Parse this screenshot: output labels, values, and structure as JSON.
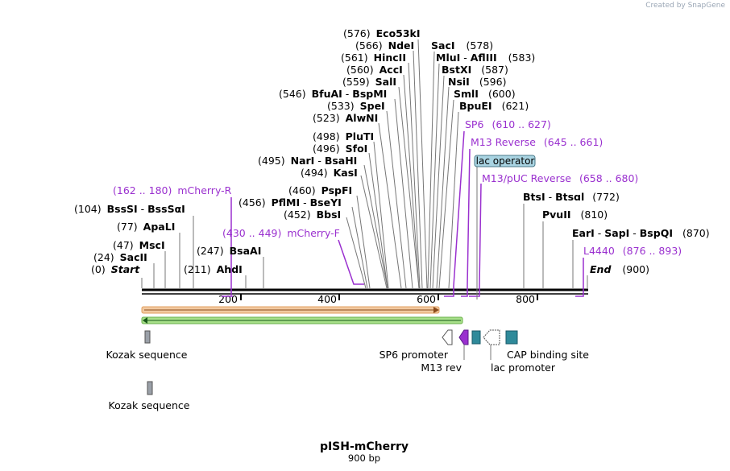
{
  "watermark": "Created by SnapGene",
  "map": {
    "title": "pISH-mCherry",
    "length_label": "900 bp",
    "total_bp": 900
  },
  "ruler": {
    "ticks": [
      {
        "pos": 200,
        "label": "200"
      },
      {
        "pos": 400,
        "label": "400"
      },
      {
        "pos": 600,
        "label": "600"
      },
      {
        "pos": 800,
        "label": "800"
      }
    ]
  },
  "sites": [
    {
      "name": "Start",
      "num": "(0)",
      "pos": 0
    },
    {
      "name": "SacII",
      "num": "(24)",
      "pos": 24
    },
    {
      "name": "MscI",
      "num": "(47)",
      "pos": 47
    },
    {
      "name": "ApaLI",
      "num": "(77)",
      "pos": 77
    },
    {
      "name": "BssSI",
      "name2": "BssSαI",
      "num": "(104)",
      "pos": 104
    },
    {
      "name": "AhdI",
      "num": "(211)",
      "pos": 211
    },
    {
      "name": "BsaAI",
      "num": "(247)",
      "pos": 247
    },
    {
      "name": "BbsI",
      "num": "(452)",
      "pos": 452
    },
    {
      "name": "PflMI",
      "name2": "BseYI",
      "num": "(456)",
      "pos": 456
    },
    {
      "name": "PspFI",
      "num": "(460)",
      "pos": 460
    },
    {
      "name": "KasI",
      "num": "(494)",
      "pos": 494
    },
    {
      "name": "NarI",
      "name2": "BsaHI",
      "num": "(495)",
      "pos": 495
    },
    {
      "name": "SfoI",
      "num": "(496)",
      "pos": 496
    },
    {
      "name": "PluTI",
      "num": "(498)",
      "pos": 498
    },
    {
      "name": "AlwNI",
      "num": "(523)",
      "pos": 523
    },
    {
      "name": "SpeI",
      "num": "(533)",
      "pos": 533
    },
    {
      "name": "BfuAI",
      "name2": "BspMI",
      "num": "(546)",
      "pos": 546
    },
    {
      "name": "SalI",
      "num": "(559)",
      "pos": 559
    },
    {
      "name": "AccI",
      "num": "(560)",
      "pos": 560
    },
    {
      "name": "HincII",
      "num": "(561)",
      "pos": 561
    },
    {
      "name": "NdeI",
      "num": "(566)",
      "pos": 566
    },
    {
      "name": "Eco53kI",
      "num": "(576)",
      "pos": 576
    },
    {
      "name": "SacI",
      "num": "(578)",
      "pos": 578
    },
    {
      "name": "MluI",
      "name2": "AflIII",
      "num": "(583)",
      "pos": 583
    },
    {
      "name": "BstXI",
      "num": "(587)",
      "pos": 587
    },
    {
      "name": "NsiI",
      "num": "(596)",
      "pos": 596
    },
    {
      "name": "SmlI",
      "num": "(600)",
      "pos": 600
    },
    {
      "name": "BpuEI",
      "num": "(621)",
      "pos": 621
    },
    {
      "name": "BtsI",
      "name2": "Btsɑl",
      "num": "(772)",
      "pos": 772
    },
    {
      "name": "PvuII",
      "num": "(810)",
      "pos": 810
    },
    {
      "name": "EarI",
      "name2": "SapI",
      "name3": "BspQI",
      "num": "(870)",
      "pos": 870
    },
    {
      "name": "End",
      "num": "(900)",
      "pos": 900
    }
  ],
  "primers": [
    {
      "name": "mCherry-R",
      "range": "(162 .. 180)",
      "start": 162,
      "end": 180
    },
    {
      "name": "mCherry-F",
      "range": "(430 .. 449)",
      "start": 430,
      "end": 449
    },
    {
      "name": "SP6",
      "range": "(610 .. 627)",
      "start": 610,
      "end": 627
    },
    {
      "name": "M13 Reverse",
      "range": "(645 .. 661)",
      "start": 645,
      "end": 661
    },
    {
      "name": "M13/pUC Reverse",
      "range": "(658 .. 680)",
      "start": 658,
      "end": 680
    },
    {
      "name": "L4440",
      "range": "(876 .. 893)",
      "start": 876,
      "end": 893
    }
  ],
  "highlight": {
    "label": "lac operator"
  },
  "features": [
    {
      "label": "Kozak sequence"
    },
    {
      "label": "SP6 promoter"
    },
    {
      "label": "M13 rev"
    },
    {
      "label": "lac promoter"
    },
    {
      "label": "CAP binding site"
    },
    {
      "label": "Kozak sequence"
    }
  ],
  "colors": {
    "primer": "#9a30cf",
    "orf_mcherry": "#f2c9a0",
    "orf_green": "#a8e08a",
    "cap_box": "#2f8a9a",
    "lac_operator": "#a9d4e2",
    "kozak": "#9aa0a8"
  }
}
